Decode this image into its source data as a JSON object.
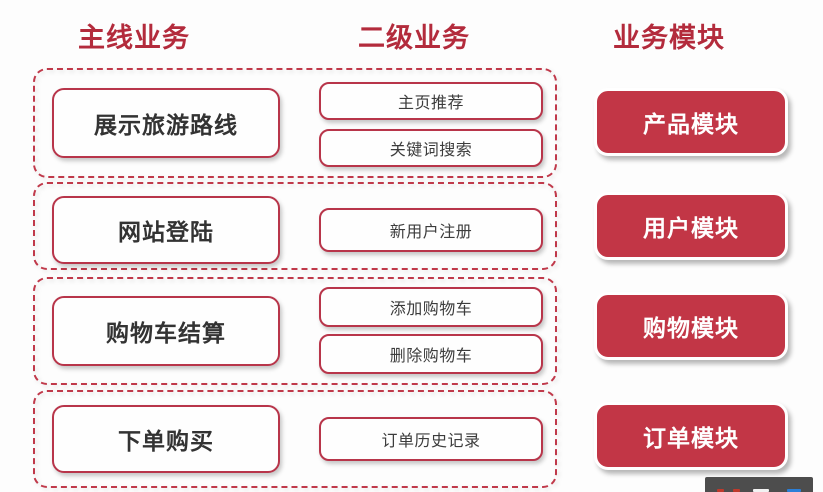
{
  "headers": {
    "main_line": "主线业务",
    "secondary": "二级业务",
    "module": "业务模块"
  },
  "colors": {
    "header_red": "#b32b3c",
    "module_fill": "#c23646",
    "box_border": "#b8354a",
    "dashed_border": "#c0394a",
    "text_dark": "#333333",
    "background": "#fdfdfd",
    "bottom_bar": "#4d4d4d"
  },
  "rows": [
    {
      "main": "展示旅游路线",
      "sub": [
        "主页推荐",
        "关键词搜索"
      ],
      "module": "产品模块"
    },
    {
      "main": "网站登陆",
      "sub": [
        "新用户注册"
      ],
      "module": "用户模块"
    },
    {
      "main": "购物车结算",
      "sub": [
        "添加购物车",
        "删除购物车"
      ],
      "module": "购物模块"
    },
    {
      "main": "下单购买",
      "sub": [
        "订单历史记录"
      ],
      "module": "订单模块"
    }
  ]
}
